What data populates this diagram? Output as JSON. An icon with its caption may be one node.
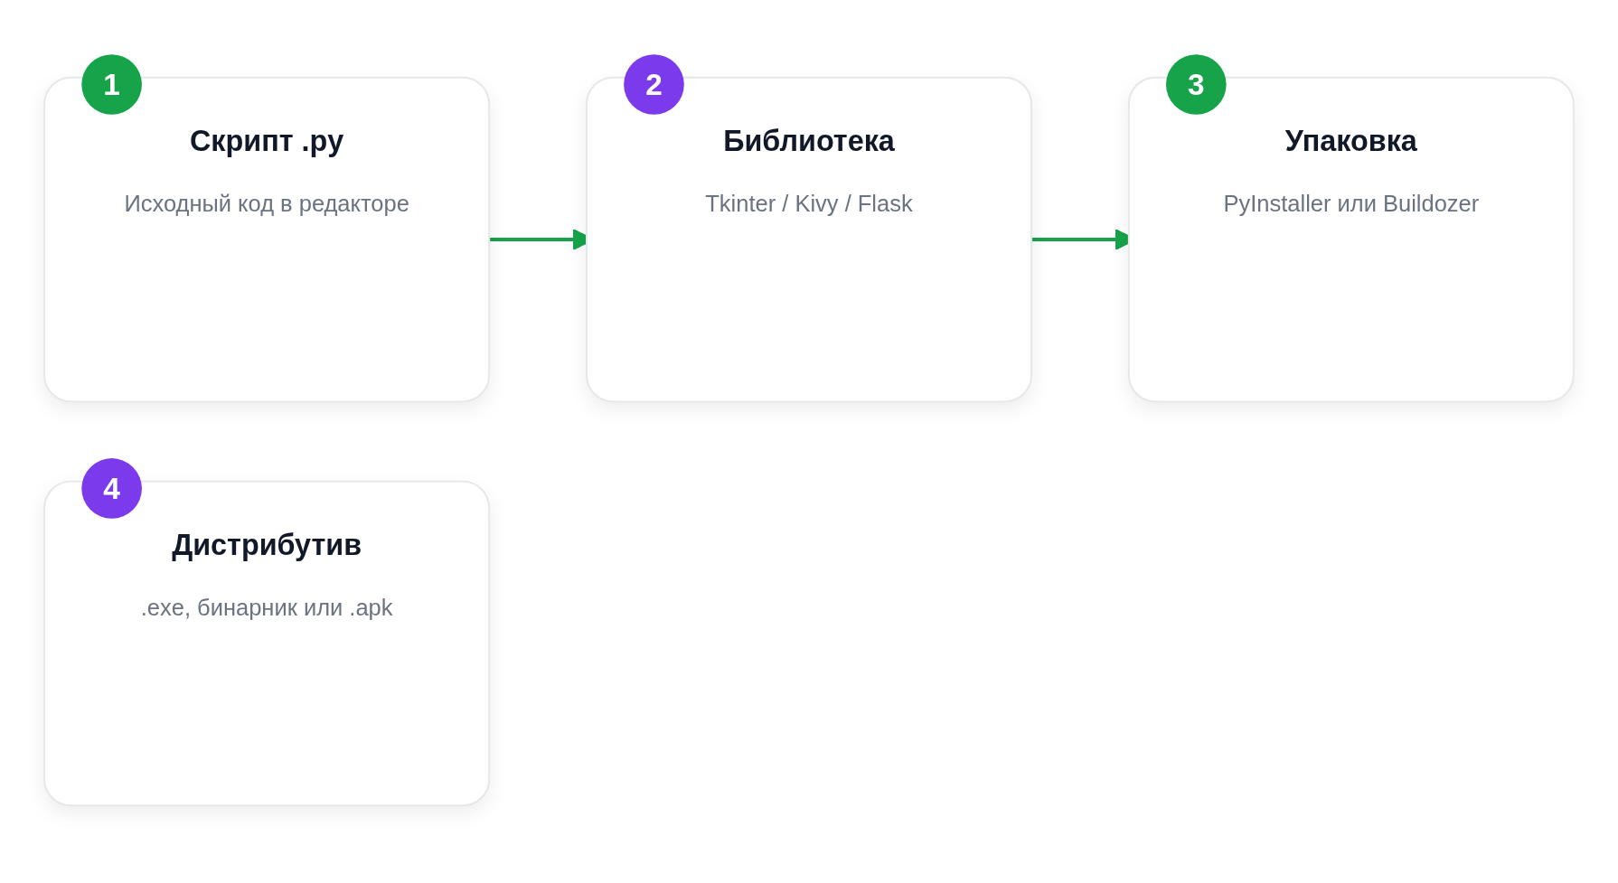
{
  "diagram": {
    "nodes": [
      {
        "text": [
          "1",
          "Скрипт .py",
          "Исходный код в редакторе"
        ]
      },
      {
        "text": [
          "2",
          "Библиотека",
          "Tkinter / Kivy / Flask"
        ]
      },
      {
        "text": [
          "3",
          "Упаковка",
          "PyInstaller или Buildozer"
        ]
      },
      {
        "text": [
          "4",
          "Дистрибутив",
          ".exe, бинарник или .apk"
        ]
      }
    ],
    "edges": [
      {
        "from": 0,
        "to": 1,
        "arrow": "to"
      },
      {
        "from": 1,
        "to": 2,
        "arrow": "to"
      }
    ]
  }
}
